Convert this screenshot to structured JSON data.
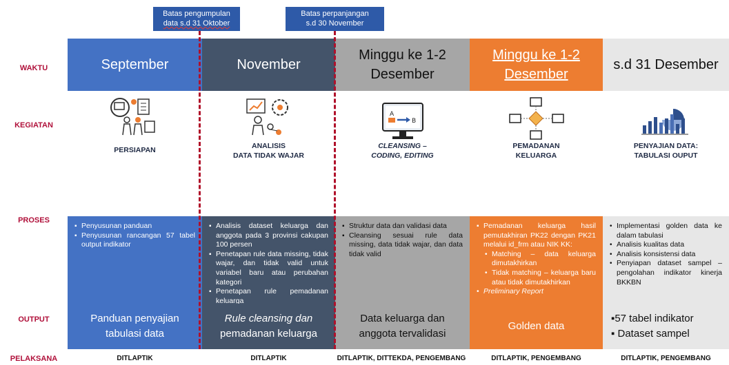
{
  "callouts": [
    {
      "line1": "Batas pengumpulan",
      "line2": "data s.d 31 Oktober"
    },
    {
      "line1": "Batas perpanjangan",
      "line2": "s.d 30 November"
    }
  ],
  "row_labels": {
    "waktu": "WAKTU",
    "kegiatan": "KEGIATAN",
    "proses": "PROSES",
    "output": "OUTPUT",
    "pelaksana": "PELAKSANA"
  },
  "columns": [
    {
      "waktu": [
        "September"
      ],
      "kegiatan": [
        "PERSIAPAN"
      ],
      "proses": [
        "Penyusunan panduan",
        "Penyusunan rancangan 57 tabel output indikator"
      ],
      "output": [
        "Panduan penyajian",
        "tabulasi data"
      ],
      "pelaksana": "DITLAPTIK"
    },
    {
      "waktu": [
        "November"
      ],
      "kegiatan": [
        "ANALISIS",
        "DATA TIDAK WAJAR"
      ],
      "proses": [
        "Analisis dataset keluarga dan anggota pada 3 provinsi cakupan 100 persen",
        "Penetapan rule data missing, tidak wajar, dan tidak valid untuk variabel baru atau perubahan kategori",
        "Penetapan rule pemadanan keluarga"
      ],
      "output": [
        "Rule cleansing dan",
        "pemadanan keluarga"
      ],
      "pelaksana": "DITLAPTIK"
    },
    {
      "waktu": [
        "Minggu ke 1-2",
        "Desember"
      ],
      "kegiatan": [
        "CLEANSING –",
        "CODING, EDITING"
      ],
      "proses": [
        "Struktur data dan validasi data",
        "Cleansing sesuai rule data missing, data tidak wajar, dan data tidak valid"
      ],
      "output": [
        "Data keluarga dan",
        "anggota tervalidasi"
      ],
      "pelaksana": "DITLAPTIK, DITTEKDA, PENGEMBANG"
    },
    {
      "waktu": [
        "Minggu ke 1-2",
        "Desember"
      ],
      "kegiatan": [
        "PEMADANAN",
        "KELUARGA"
      ],
      "proses": [
        "Pemadanan keluarga hasil pemutakhiran PK22 dengan PK21 melalui id_frm atau NIK KK:",
        "Matching – data keluarga dimutakhirkan",
        "Tidak matching – keluarga baru atau tidak dimutakhirkan",
        "Preliminary Report"
      ],
      "output": [
        "Golden data"
      ],
      "pelaksana": "DITLAPTIK, PENGEMBANG"
    },
    {
      "waktu": [
        "s.d 31 Desember"
      ],
      "kegiatan": [
        "PENYAJIAN DATA:",
        "TABULASI OUPUT"
      ],
      "proses": [
        "Implementasi golden data ke dalam tabulasi",
        "Analisis kualitas data",
        "Analisis konsistensi data",
        "Penyiapan dataset sampel – pengolahan indikator kinerja BKKBN"
      ],
      "output": [
        "57 tabel indikator",
        "Dataset sampel"
      ],
      "pelaksana": "DITLAPTIK, PENGEMBANG"
    }
  ],
  "colors": {
    "blue": "#4472c4",
    "dark": "#44546a",
    "gray": "#a6a6a6",
    "orange": "#ed7d31",
    "light": "#e7e7e7",
    "label_red": "#b0103a",
    "dash_red": "#b0102a"
  },
  "icons": [
    "meeting-icon",
    "analysis-icon",
    "monitor-icon",
    "network-icon",
    "bar-chart-icon"
  ]
}
